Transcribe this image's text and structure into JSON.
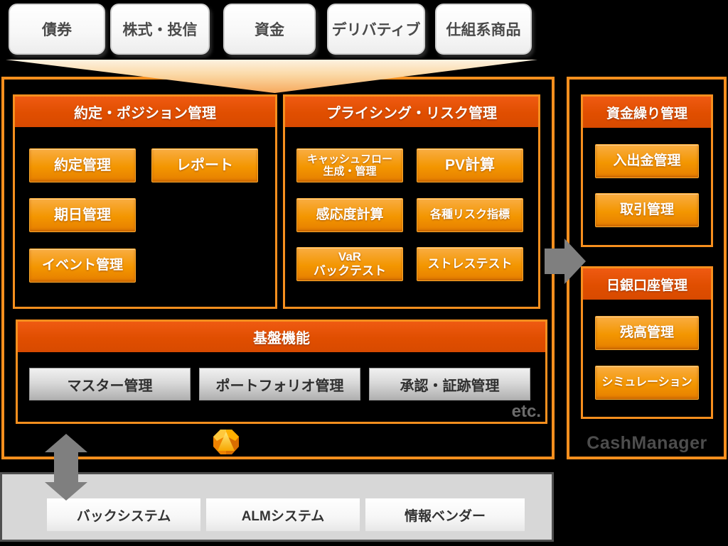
{
  "colors": {
    "panel_border": "#f78f1e",
    "header_fill": "#e04e00",
    "button_orange": "#f39600",
    "button_gray": "#d9d9d9",
    "arrow_gray": "#7f7f7f",
    "background": "#000000"
  },
  "sources": {
    "items": [
      "債券",
      "株式・投信",
      "資金",
      "デリバティブ",
      "仕組系商品"
    ]
  },
  "main": {
    "trade": {
      "title": "約定・ポジション管理",
      "buttons": [
        "約定管理",
        "レポート",
        "期日管理",
        "イベント管理"
      ]
    },
    "pricing": {
      "title": "プライシング・リスク管理",
      "buttons": [
        {
          "lines": [
            "キャッシュフロー",
            "生成・管理"
          ]
        },
        {
          "lines": [
            "PV計算"
          ]
        },
        {
          "lines": [
            "感応度計算"
          ]
        },
        {
          "lines": [
            "各種リスク指標"
          ]
        },
        {
          "lines": [
            "VaR",
            "バックテスト"
          ]
        },
        {
          "lines": [
            "ストレステスト"
          ]
        }
      ]
    },
    "platform": {
      "title": "基盤機能",
      "buttons": [
        "マスター管理",
        "ポートフォリオ管理",
        "承認・証跡管理"
      ],
      "etc_label": "etc."
    }
  },
  "right": {
    "cash": {
      "title": "資金繰り管理",
      "buttons": [
        "入出金管理",
        "取引管理"
      ]
    },
    "boj": {
      "title": "日銀口座管理",
      "buttons": [
        "残高管理",
        "シミュレーション"
      ]
    },
    "brand": "CashManager"
  },
  "bottom": {
    "items": [
      "バックシステム",
      "ALMシステム",
      "情報ベンダー"
    ]
  }
}
